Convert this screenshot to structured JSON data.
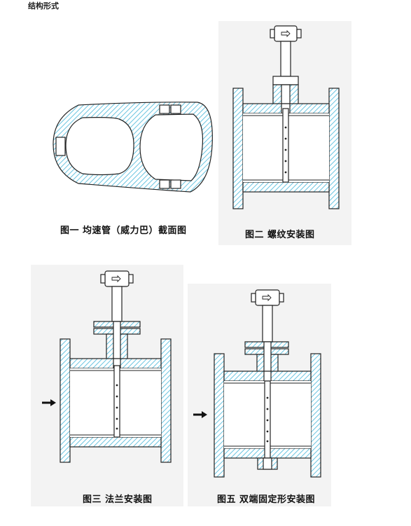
{
  "header_fragment": "结构形式",
  "figures": {
    "fig1": {
      "caption": "图一  均速管（威力巴）截面图"
    },
    "fig2": {
      "caption": "图二   螺纹安装图"
    },
    "fig3": {
      "caption": "图三  法兰安装图"
    },
    "fig5": {
      "caption": "图五  双端固定形安装图"
    }
  },
  "colors": {
    "hatch": "#6ac4e0",
    "outline": "#222222",
    "panel_shade": "#f3f3f3"
  },
  "icons": {
    "flow_direction": "arrow-right-icon",
    "transmitter_arrow": "hollow-arrow-icon"
  }
}
